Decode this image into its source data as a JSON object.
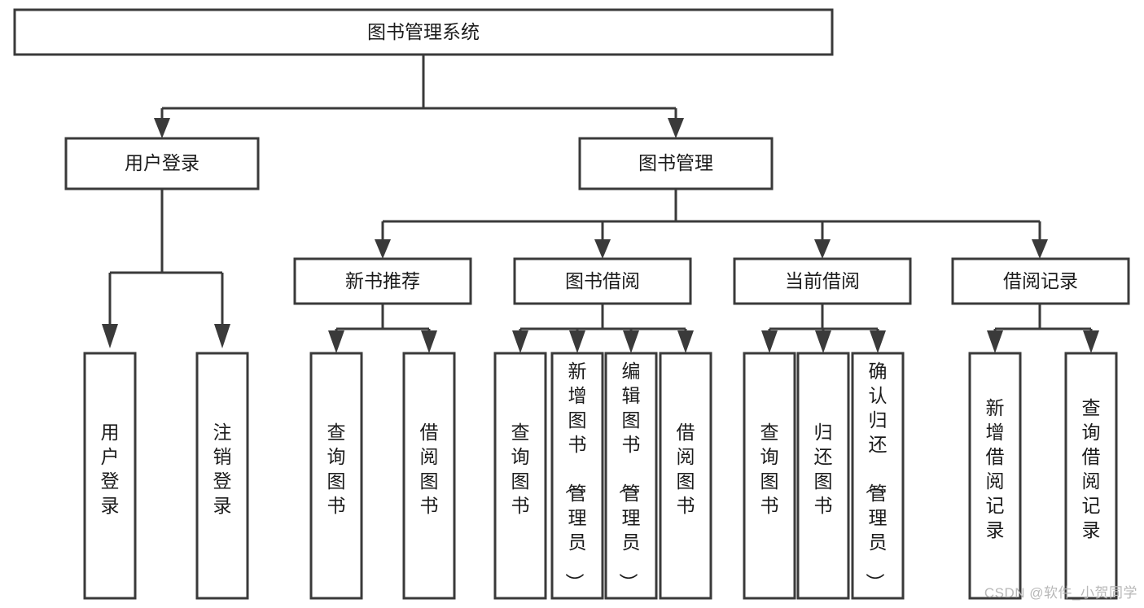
{
  "diagram": {
    "type": "tree-hierarchy",
    "root": {
      "id": "root",
      "label": "图书管理系统"
    },
    "level2": [
      {
        "id": "user-login",
        "label": "用户登录"
      },
      {
        "id": "book-manage",
        "label": "图书管理"
      }
    ],
    "level3": [
      {
        "id": "new-book-rec",
        "label": "新书推荐"
      },
      {
        "id": "book-borrow",
        "label": "图书借阅"
      },
      {
        "id": "current-borrow",
        "label": "当前借阅"
      },
      {
        "id": "borrow-record",
        "label": "借阅记录"
      }
    ],
    "leaves": [
      {
        "id": "leaf-user-login",
        "label": "用户登录",
        "parent": "user-login"
      },
      {
        "id": "leaf-logout",
        "label": "注销登录",
        "parent": "user-login"
      },
      {
        "id": "leaf-query-book-1",
        "label": "查询图书",
        "parent": "new-book-rec"
      },
      {
        "id": "leaf-borrow-book-1",
        "label": "借阅图书",
        "parent": "new-book-rec"
      },
      {
        "id": "leaf-query-book-2",
        "label": "查询图书",
        "parent": "book-borrow"
      },
      {
        "id": "leaf-add-book",
        "label": "新增图书（管理员）",
        "parent": "book-borrow"
      },
      {
        "id": "leaf-edit-book",
        "label": "编辑图书（管理员）",
        "parent": "book-borrow"
      },
      {
        "id": "leaf-borrow-book-2",
        "label": "借阅图书",
        "parent": "book-borrow"
      },
      {
        "id": "leaf-query-book-3",
        "label": "查询图书",
        "parent": "current-borrow"
      },
      {
        "id": "leaf-return-book",
        "label": "归还图书",
        "parent": "current-borrow"
      },
      {
        "id": "leaf-confirm-return",
        "label": "确认归还（管理员）",
        "parent": "current-borrow"
      },
      {
        "id": "leaf-add-record",
        "label": "新增借阅记录",
        "parent": "borrow-record"
      },
      {
        "id": "leaf-query-record",
        "label": "查询借阅记录",
        "parent": "borrow-record"
      }
    ]
  },
  "watermark": {
    "text": "CSDN @软件_小贺同学"
  },
  "colors": {
    "stroke": "#3a3a3a",
    "text": "#1b1b1b",
    "background": "#ffffff",
    "watermark": "#b8b8b8"
  }
}
